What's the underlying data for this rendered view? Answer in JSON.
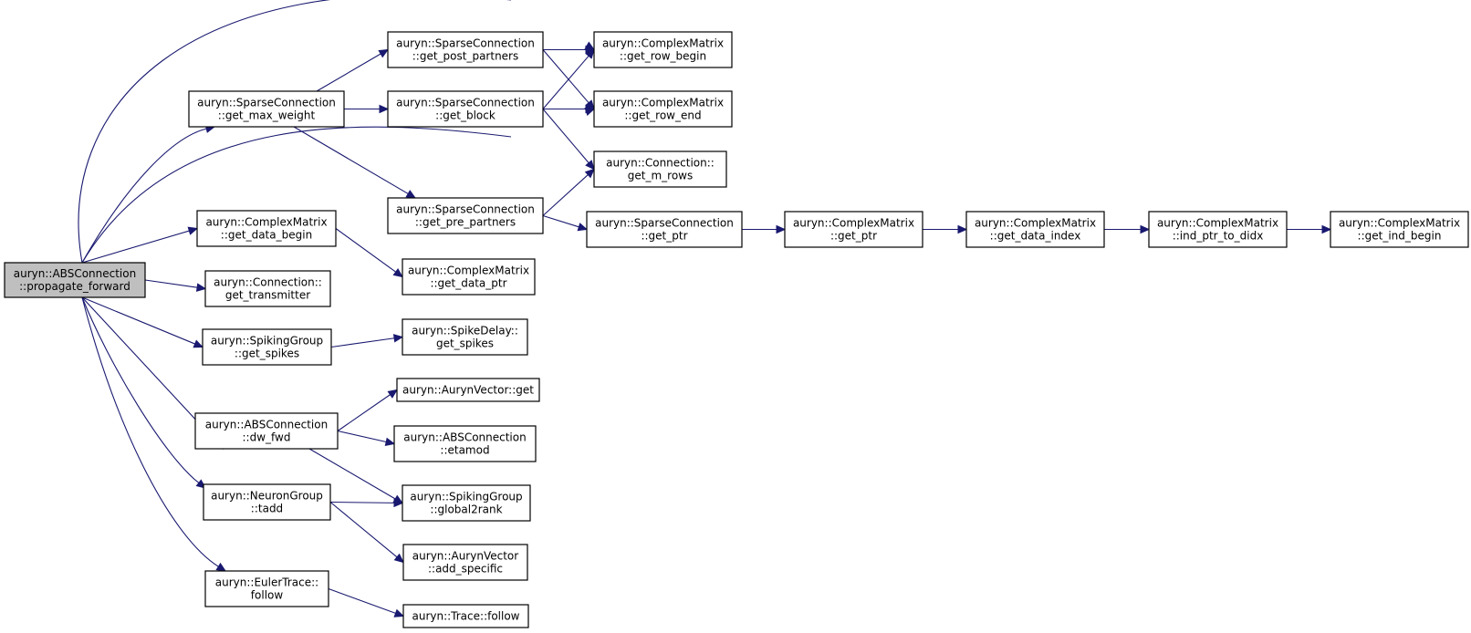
{
  "graph": {
    "colors": {
      "edge": "#191970",
      "root_fill": "#bfbfbf",
      "node_fill": "#ffffff",
      "node_border": "#000000"
    },
    "nodes": [
      {
        "id": "root",
        "lines": [
          "auryn::ABSConnection",
          "::propagate_forward"
        ],
        "root": true
      },
      {
        "id": "sc_get_max_weight",
        "lines": [
          "auryn::SparseConnection",
          "::get_max_weight"
        ]
      },
      {
        "id": "cm_get_data_begin",
        "lines": [
          "auryn::ComplexMatrix",
          "::get_data_begin"
        ]
      },
      {
        "id": "c_get_transmitter",
        "lines": [
          "auryn::Connection::",
          "get_transmitter"
        ]
      },
      {
        "id": "sg_get_spikes",
        "lines": [
          "auryn::SpikingGroup",
          "::get_spikes"
        ]
      },
      {
        "id": "abs_dw_fwd",
        "lines": [
          "auryn::ABSConnection",
          "::dw_fwd"
        ]
      },
      {
        "id": "ng_tadd",
        "lines": [
          "auryn::NeuronGroup",
          "::tadd"
        ]
      },
      {
        "id": "et_follow",
        "lines": [
          "auryn::EulerTrace::",
          "follow"
        ]
      },
      {
        "id": "sc_get_post_partners",
        "lines": [
          "auryn::SparseConnection",
          "::get_post_partners"
        ]
      },
      {
        "id": "sc_get_block",
        "lines": [
          "auryn::SparseConnection",
          "::get_block"
        ]
      },
      {
        "id": "sc_get_pre_partners",
        "lines": [
          "auryn::SparseConnection",
          "::get_pre_partners"
        ]
      },
      {
        "id": "cm_get_data_ptr",
        "lines": [
          "auryn::ComplexMatrix",
          "::get_data_ptr"
        ]
      },
      {
        "id": "sd_get_spikes",
        "lines": [
          "auryn::SpikeDelay::",
          "get_spikes"
        ]
      },
      {
        "id": "av_get",
        "lines": [
          "auryn::AurynVector::get"
        ]
      },
      {
        "id": "abs_etamod",
        "lines": [
          "auryn::ABSConnection",
          "::etamod"
        ]
      },
      {
        "id": "sg_global2rank",
        "lines": [
          "auryn::SpikingGroup",
          "::global2rank"
        ]
      },
      {
        "id": "av_add_specific",
        "lines": [
          "auryn::AurynVector",
          "::add_specific"
        ]
      },
      {
        "id": "trace_follow",
        "lines": [
          "auryn::Trace::follow"
        ]
      },
      {
        "id": "cm_get_row_begin",
        "lines": [
          "auryn::ComplexMatrix",
          "::get_row_begin"
        ]
      },
      {
        "id": "cm_get_row_end",
        "lines": [
          "auryn::ComplexMatrix",
          "::get_row_end"
        ]
      },
      {
        "id": "c_get_m_rows",
        "lines": [
          "auryn::Connection::",
          "get_m_rows"
        ]
      },
      {
        "id": "sc_get_ptr",
        "lines": [
          "auryn::SparseConnection",
          "::get_ptr"
        ]
      },
      {
        "id": "cm_get_ptr",
        "lines": [
          "auryn::ComplexMatrix",
          "::get_ptr"
        ]
      },
      {
        "id": "cm_get_data_index",
        "lines": [
          "auryn::ComplexMatrix",
          "::get_data_index"
        ]
      },
      {
        "id": "cm_ind_ptr_to_didx",
        "lines": [
          "auryn::ComplexMatrix",
          "::ind_ptr_to_didx"
        ]
      },
      {
        "id": "cm_get_ind_begin",
        "lines": [
          "auryn::ComplexMatrix",
          "::get_ind_begin"
        ]
      }
    ],
    "edges": [
      {
        "from": "root",
        "to": "cm_get_row_begin"
      },
      {
        "from": "root",
        "to": "sc_get_max_weight"
      },
      {
        "from": "root",
        "to": "cm_get_row_end"
      },
      {
        "from": "root",
        "to": "cm_get_data_begin"
      },
      {
        "from": "root",
        "to": "c_get_transmitter"
      },
      {
        "from": "root",
        "to": "sg_get_spikes"
      },
      {
        "from": "root",
        "to": "abs_dw_fwd"
      },
      {
        "from": "root",
        "to": "ng_tadd"
      },
      {
        "from": "root",
        "to": "et_follow"
      },
      {
        "from": "sc_get_max_weight",
        "to": "sc_get_post_partners"
      },
      {
        "from": "sc_get_max_weight",
        "to": "sc_get_block"
      },
      {
        "from": "sc_get_max_weight",
        "to": "sc_get_pre_partners"
      },
      {
        "from": "sc_get_post_partners",
        "to": "cm_get_row_begin"
      },
      {
        "from": "sc_get_post_partners",
        "to": "cm_get_row_end"
      },
      {
        "from": "sc_get_block",
        "to": "cm_get_row_begin"
      },
      {
        "from": "sc_get_block",
        "to": "cm_get_row_end"
      },
      {
        "from": "sc_get_block",
        "to": "c_get_m_rows"
      },
      {
        "from": "sc_get_pre_partners",
        "to": "c_get_m_rows"
      },
      {
        "from": "sc_get_pre_partners",
        "to": "sc_get_ptr"
      },
      {
        "from": "sc_get_ptr",
        "to": "cm_get_ptr"
      },
      {
        "from": "cm_get_ptr",
        "to": "cm_get_data_index"
      },
      {
        "from": "cm_get_data_index",
        "to": "cm_ind_ptr_to_didx"
      },
      {
        "from": "cm_ind_ptr_to_didx",
        "to": "cm_get_ind_begin"
      },
      {
        "from": "cm_get_data_begin",
        "to": "cm_get_data_ptr"
      },
      {
        "from": "sg_get_spikes",
        "to": "sd_get_spikes"
      },
      {
        "from": "abs_dw_fwd",
        "to": "av_get"
      },
      {
        "from": "abs_dw_fwd",
        "to": "abs_etamod"
      },
      {
        "from": "abs_dw_fwd",
        "to": "sg_global2rank"
      },
      {
        "from": "ng_tadd",
        "to": "sg_global2rank"
      },
      {
        "from": "ng_tadd",
        "to": "av_add_specific"
      },
      {
        "from": "et_follow",
        "to": "trace_follow"
      }
    ]
  }
}
